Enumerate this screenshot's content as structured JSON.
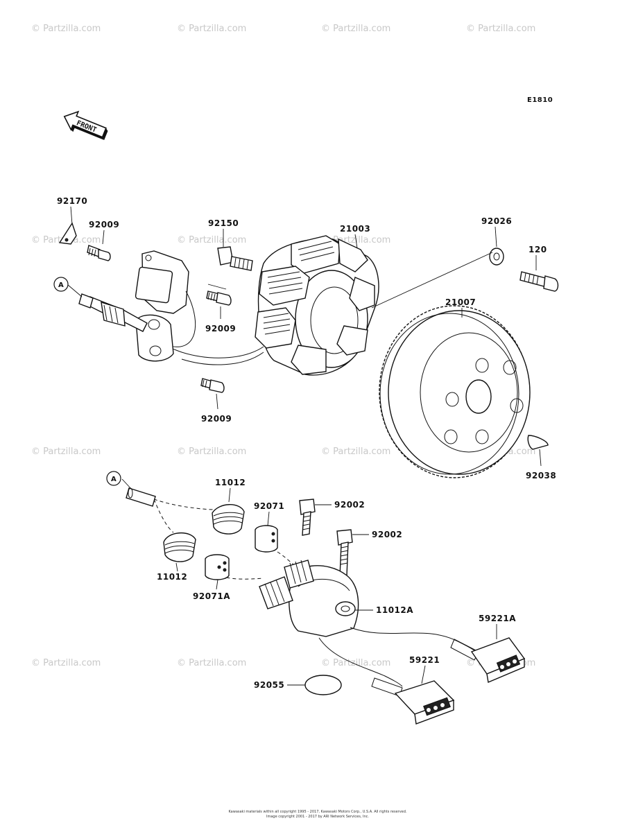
{
  "diagram_code": "E1810",
  "front_arrow": {
    "text": "FRONT",
    "icon": "front-arrow-icon"
  },
  "watermark": "© Partzilla.com",
  "callouts": {
    "p92170": "92170",
    "p92009_a": "92009",
    "p92150": "92150",
    "p21003": "21003",
    "p92026": "92026",
    "p120": "120",
    "p21007": "21007",
    "p92009_b": "92009",
    "p92009_c": "92009",
    "p92038": "92038",
    "ref_a_top": "A",
    "ref_a_bottom": "A",
    "p11012_a": "11012",
    "p92071": "92071",
    "p92002_a": "92002",
    "p92002_b": "92002",
    "p11012_b": "11012",
    "p92071A": "92071A",
    "p11012A": "11012A",
    "p59221A": "59221A",
    "p59221": "59221",
    "p92055": "92055"
  },
  "footer": {
    "line1": "Kawasaki materials within all copyright 1995 - 2017, Kawasaki Motors Corp., U.S.A. All rights reserved.",
    "line2": "Image copyright 2001 - 2017 by ARI Network Services, Inc."
  }
}
